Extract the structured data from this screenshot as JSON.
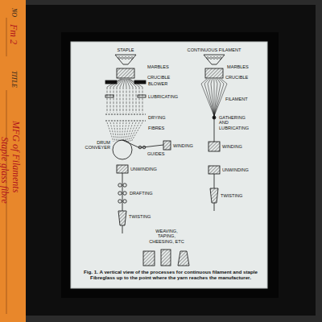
{
  "diagram": {
    "caption": "Fig. 1. A vertical view of the processes for continuous filament and staple Fibreglass up to the point where the yarn reaches the manufacturer.",
    "labels": [
      "NO",
      "Fm 2",
      "TITLE",
      "MFG of Filaments",
      "Staple glass fibre",
      "STAPLE",
      "CONTINUOUS FILAMENT",
      "MARBLES",
      "CRUCIBLE",
      "BLOWER",
      "LUBRICATING",
      "DRYING",
      "FIBRES",
      "DRUM CONVEYER",
      "GUIDES",
      "WINDING",
      "UNWINDING",
      "DRAFTING",
      "TWISTING",
      "WEAVING, TAPING, CHEESING, ETC",
      "MARBLES",
      "CRUCIBLE",
      "FILAMENT",
      "GATHERING AND LUBRICATING",
      "WINDING",
      "UNWINDING",
      "TWISTING"
    ]
  }
}
